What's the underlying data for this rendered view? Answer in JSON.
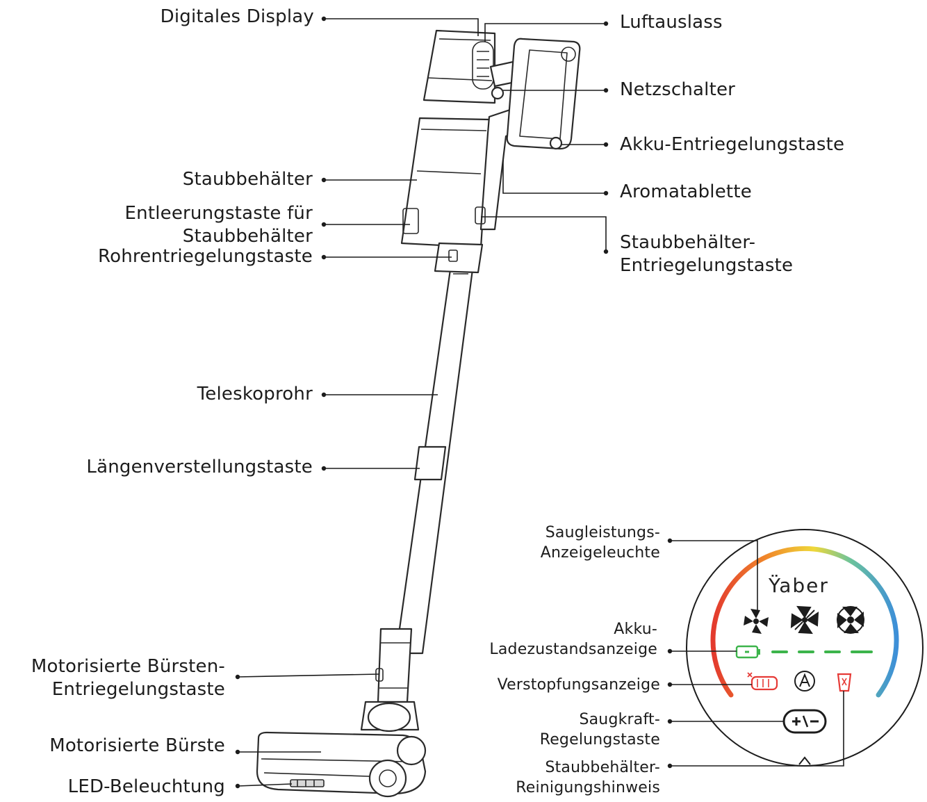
{
  "labels": {
    "digitales_display": "Digitales Display",
    "staubbehaelter": "Staubbehälter",
    "entleerungstaste": "Entleerungstaste für\nStaubbehälter",
    "rohrentriegelungstaste": "Rohrentriegelungstaste",
    "teleskoprohr": "Teleskoprohr",
    "laengenverstellungstaste": "Längenverstellungstaste",
    "buersten_entriegelungstaste": "Motorisierte Bürsten-\nEntriegelungstaste",
    "motorisierte_buerste": "Motorisierte Bürste",
    "led_beleuchtung": "LED-Beleuchtung",
    "luftauslass": "Luftauslass",
    "netzschalter": "Netzschalter",
    "akku_entriegelungstaste": "Akku-Entriegelungstaste",
    "aromatablette": "Aromatablette",
    "staubbehaelter_entriegelungstaste": "Staubbehälter-\nEntriegelungstaste",
    "saugleistungs_anzeigeleuchte": "Saugleistungs-\nAnzeigeleuchte",
    "akku_ladezustandsanzeige": "Akku-\nLadezustandsanzeige",
    "verstopfungsanzeige": "Verstopfungsanzeige",
    "saugkraft_regelungstaste": "Saugkraft-\nRegelungstaste",
    "staubbehaelter_reinigungshinweis": "Staubbehälter-\nReinigungshinweis"
  },
  "panel": {
    "brand": "Ÿaber"
  },
  "colors": {
    "battery_green": "#3cb44b",
    "warning_red": "#e63a36",
    "arc_blue": "#3d8fd8",
    "arc_yellow": "#f1d43a"
  },
  "icons": [
    "fan-low-icon",
    "fan-mid-icon",
    "fan-high-icon",
    "battery-icon",
    "clog-icon",
    "auto-mode-icon",
    "dustbin-icon",
    "plus-minus-button-icon"
  ]
}
